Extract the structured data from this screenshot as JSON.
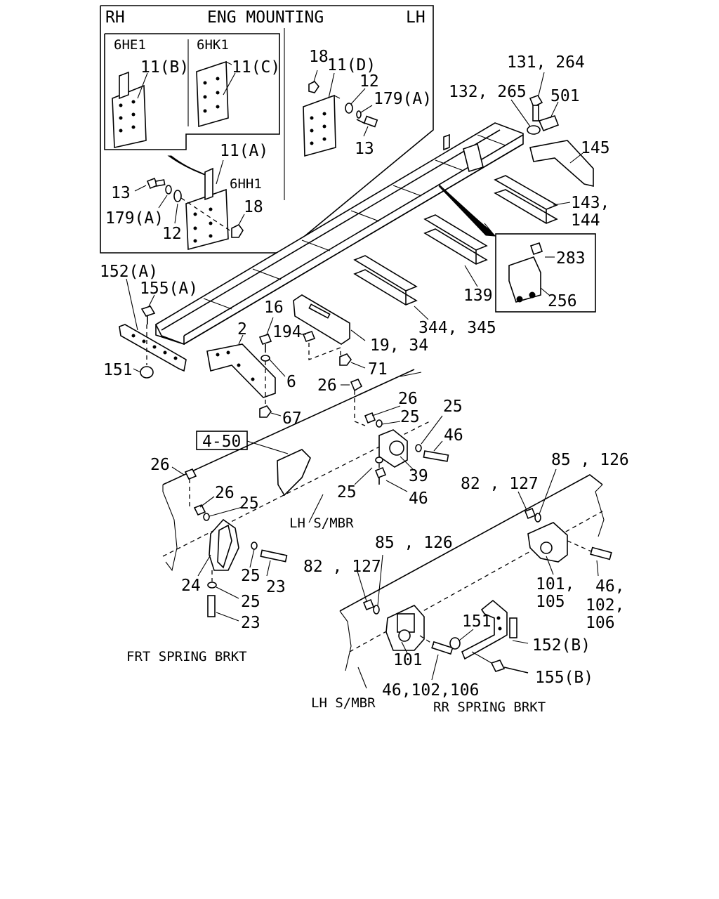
{
  "inset": {
    "rh": "RH",
    "title": "ENG MOUNTING",
    "lh": "LH",
    "variant_6he1": "6HE1",
    "variant_6hk1": "6HK1",
    "variant_6hh1": "6HH1",
    "labels": {
      "p11b": "11(B)",
      "p11c": "11(C)",
      "p11a": "11(A)",
      "p11d": "11(D)",
      "p18_top": "18",
      "p12_top": "12",
      "p179a_top": "179(A)",
      "p13_top": "13",
      "p13_left": "13",
      "p179a_left": "179(A)",
      "p12_left": "12",
      "p18_left": "18"
    }
  },
  "labels": {
    "p131_264": "131, 264",
    "p132_265": "132, 265",
    "p501": "501",
    "p145": "145",
    "p143_144a": "143,",
    "p143_144b": "144",
    "p283": "283",
    "p256": "256",
    "p139": "139",
    "p344_345": "344, 345",
    "p152a": "152(A)",
    "p155a": "155(A)",
    "p151_left": "151",
    "p16": "16",
    "p194": "194",
    "p2": "2",
    "p6": "6",
    "p67": "67",
    "p19_34": "19, 34",
    "p71": "71",
    "p26_a": "26",
    "p26_b": "26",
    "p25_a": "25",
    "p25_b": "25",
    "p46_a": "46",
    "p39": "39",
    "p25_c": "25",
    "p46_b": "46",
    "ref_4_50": "4-50",
    "p26_c": "26",
    "p26_d": "26",
    "p25_d": "25",
    "lh_smbr_1": "LH S/MBR",
    "p24": "24",
    "p25_e": "25",
    "p23_a": "23",
    "p25_f": "25",
    "p23_b": "23",
    "frt_spring_brkt": "FRT SPRING BRKT",
    "p82_127_top": "82 , 127",
    "p85_126_top": "85 , 126",
    "p101_105a": "101,",
    "p101_105b": "105",
    "p46_102_106a": "46,",
    "p46_102_106b": "102,",
    "p46_102_106c": "106",
    "p85_126_low": "85 , 126",
    "p82_127_low": "82 , 127",
    "p151_right": "151",
    "p152b": "152(B)",
    "p101": "101",
    "p155b": "155(B)",
    "p46_102_106_low": "46,102,106",
    "lh_smbr_2": "LH S/MBR",
    "rr_spring_brkt": "RR SPRING BRKT"
  }
}
